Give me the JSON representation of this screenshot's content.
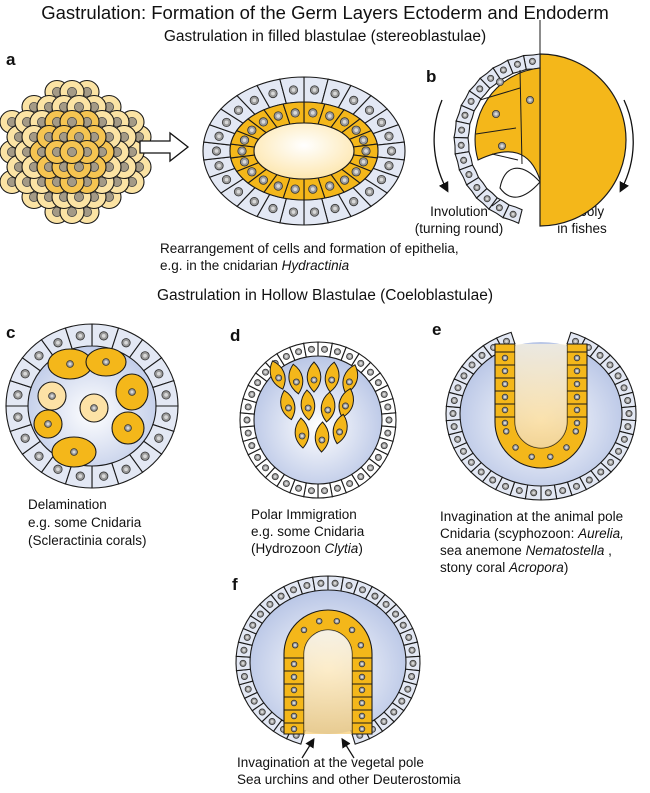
{
  "title": "Gastrulation: Formation of the Germ Layers Ectoderm and Endoderm",
  "section1": "Gastrulation in filled blastulae (stereoblastulae)",
  "section2": "Gastrulation in Hollow Blastulae (Coeloblastulae)",
  "panels": {
    "a": {
      "letter": "a",
      "caption_line1": "Rearrangement of cells and formation of epithelia,",
      "caption_line2_prefix": "e.g. in the cnidarian ",
      "caption_line2_italic": "Hydractinia"
    },
    "b": {
      "letter": "b",
      "left_label_line1": "Involution",
      "left_label_line2": "(turning round)",
      "right_label_line1": "Epiboly",
      "right_label_line2": "in fishes"
    },
    "c": {
      "letter": "c",
      "caption_line1": "Delamination",
      "caption_line2": "e.g. some Cnidaria",
      "caption_line3": "(Scleractinia corals)"
    },
    "d": {
      "letter": "d",
      "caption_line1": "Polar Immigration",
      "caption_line2": "e.g. some Cnidaria",
      "caption_line3_prefix": "(Hydrozoon ",
      "caption_line3_italic": "Clytia",
      "caption_line3_suffix": ")"
    },
    "e": {
      "letter": "e",
      "caption_line1": "Invagination at the animal pole",
      "caption_line2_prefix": "Cnidaria (scyphozoon: ",
      "caption_line2_italic": "Aurelia,",
      "caption_line3_prefix": "sea anemone ",
      "caption_line3_italic": "Nematostella",
      "caption_line3_suffix": " ,",
      "caption_line4_prefix": "stony coral ",
      "caption_line4_italic": "Acropora",
      "caption_line4_suffix": ")"
    },
    "f": {
      "letter": "f",
      "caption_line1": "Invagination at the vegetal pole",
      "caption_line2": "Sea urchins and other Deuterostomia"
    }
  },
  "colors": {
    "ectoderm_cell": "#e3e8f4",
    "endoderm_cell": "#f4b71a",
    "filled_cell": "#fbe3a4",
    "filled_cell_dark": "#f5c451",
    "outline": "#1a1a1a",
    "nucleus": "#9a9a9a"
  }
}
